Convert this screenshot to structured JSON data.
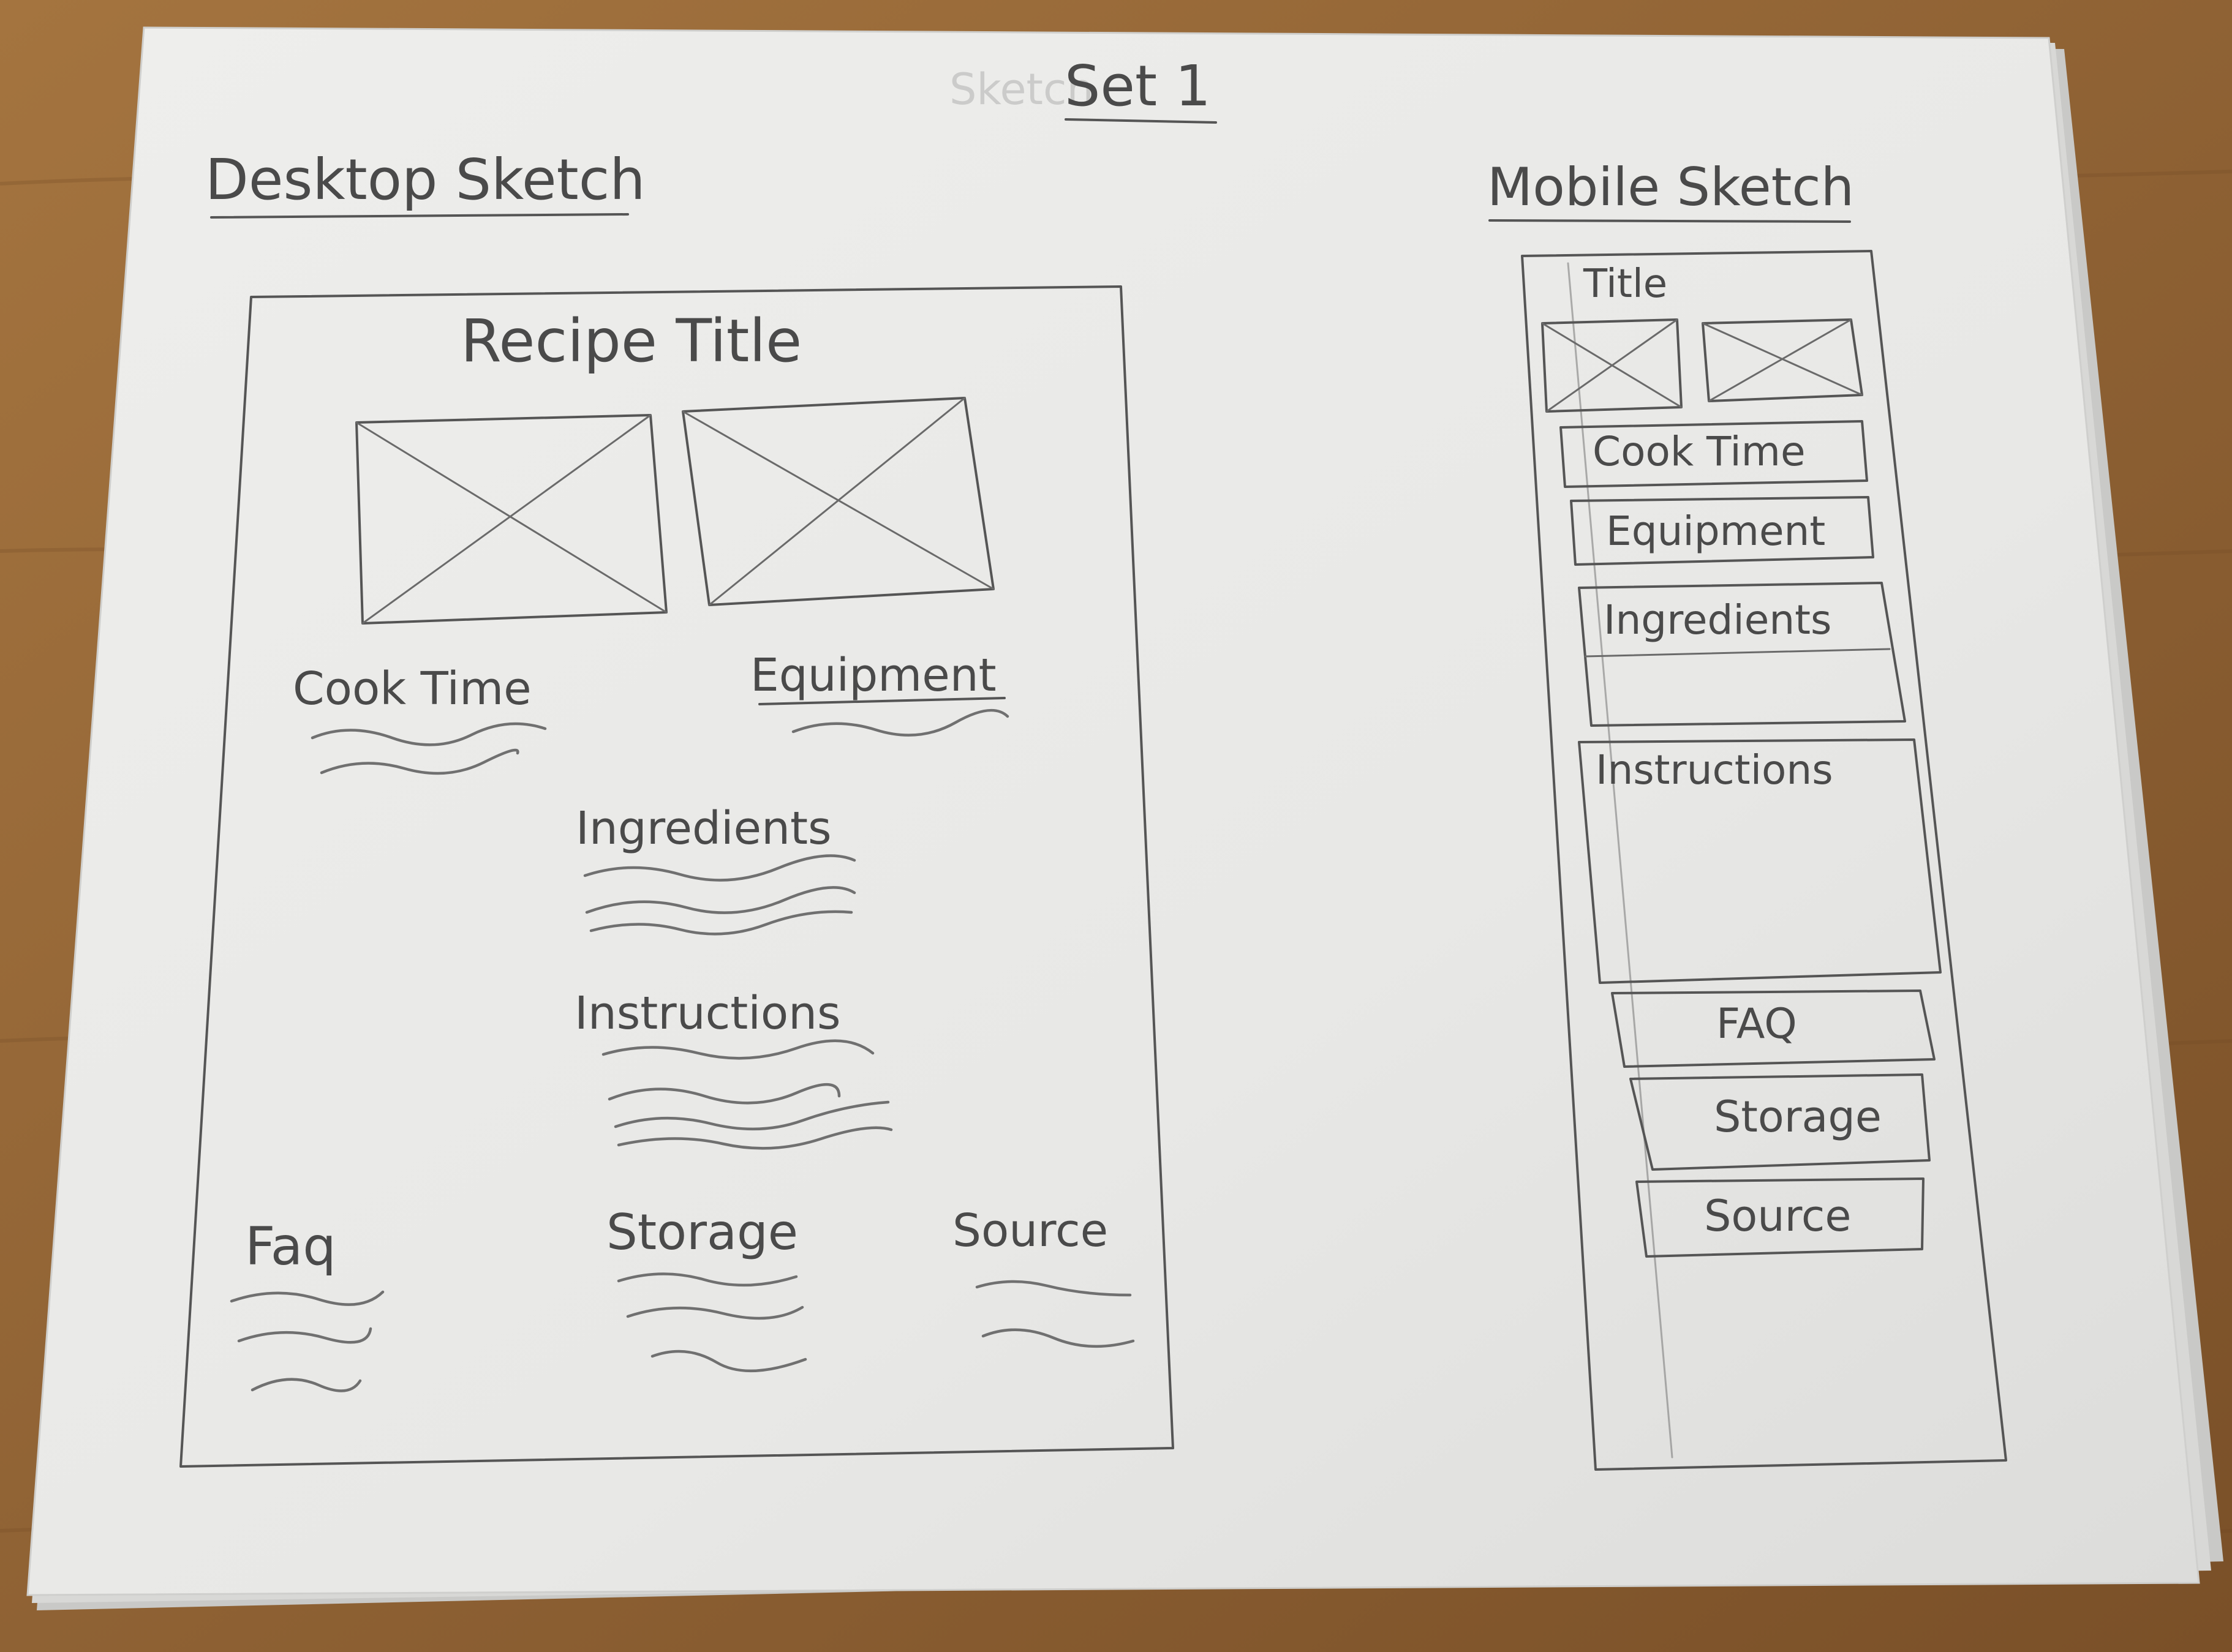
{
  "sheet": {
    "title": "Set 1",
    "faint_text": "Sketch"
  },
  "desktop": {
    "heading": "Desktop Sketch",
    "page_title": "Recipe Title",
    "cook_time": "Cook Time",
    "equipment": "Equipment",
    "ingredients": "Ingredients",
    "instructions": "Instructions",
    "faq": "Faq",
    "storage": "Storage",
    "source": "Source"
  },
  "mobile": {
    "heading": "Mobile Sketch",
    "page_title": "Title",
    "cook_time": "Cook Time",
    "equipment": "Equipment",
    "ingredients": "Ingredients",
    "instructions": "Instructions",
    "faq": "FAQ",
    "storage": "Storage",
    "source": "Source"
  },
  "colors": {
    "table": "#9a6a3c",
    "paper": "#ececea",
    "pencil": "#4a4a4a"
  }
}
